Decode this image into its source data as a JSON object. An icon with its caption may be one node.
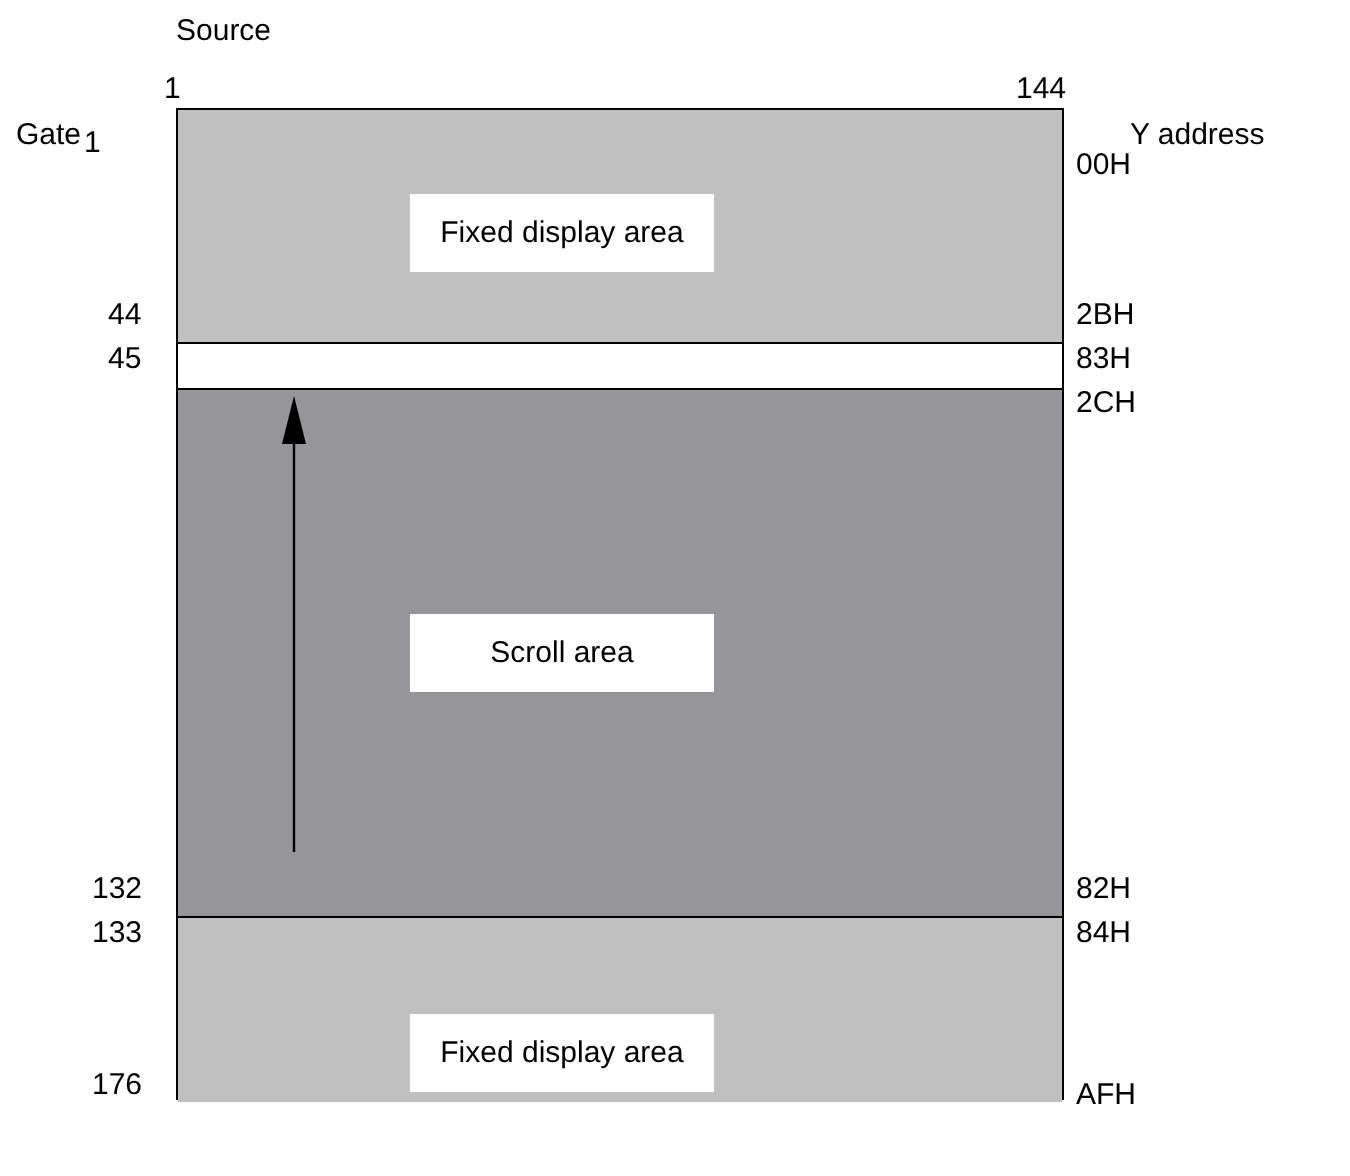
{
  "diagram": {
    "nodes": [
      {
        "text": [
          "Fixed display area"
        ]
      },
      {
        "text": [],
        "shape": "bar"
      },
      {
        "text": [
          "Scroll area"
        ]
      },
      {
        "text": [
          "Fixed display area"
        ]
      }
    ],
    "labels": [
      "Source",
      "1",
      "144",
      "Gate",
      "1",
      "Y address",
      "00H",
      "44",
      "2BH",
      "45",
      "83H",
      "2CH",
      "132",
      "82H",
      "133",
      "84H",
      "176",
      "AFH"
    ]
  }
}
